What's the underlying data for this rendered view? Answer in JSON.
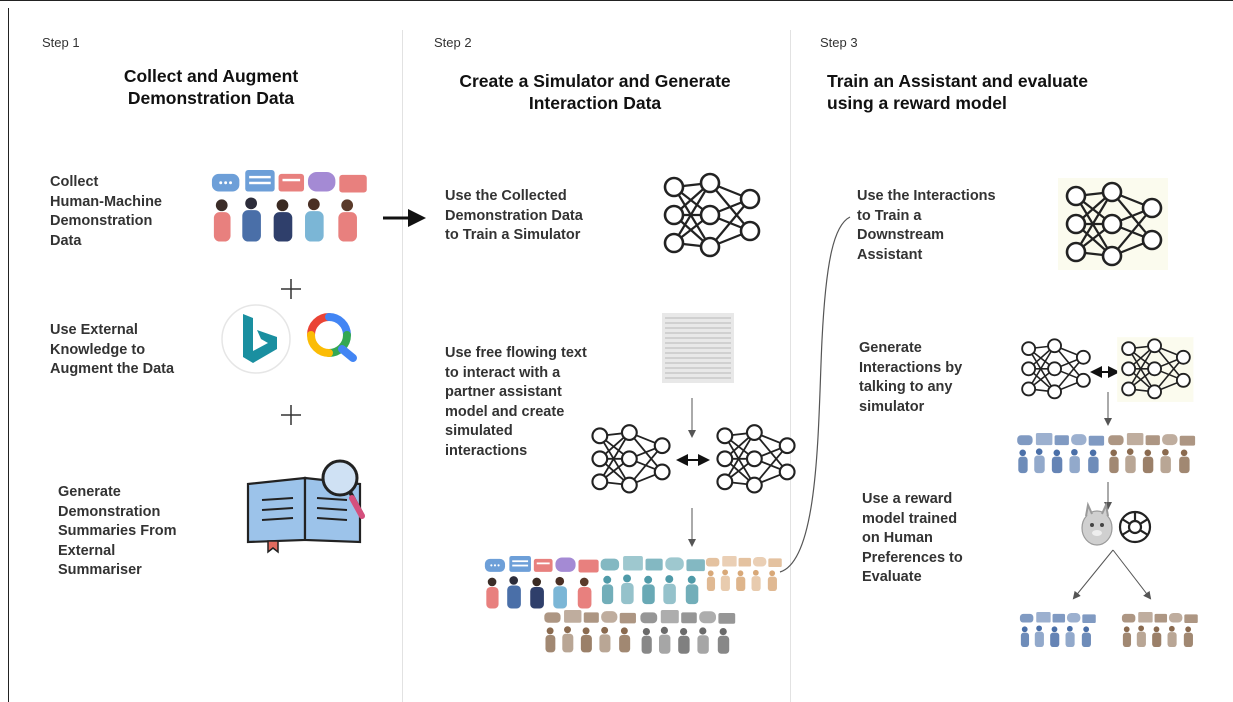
{
  "steps": [
    {
      "step": "Step 1",
      "title_lines": [
        "Collect and Augment",
        "Demonstration Data"
      ],
      "items": [
        {
          "lines": [
            "Collect",
            "Human-Machine",
            "Demonstration",
            "Data"
          ]
        },
        {
          "lines": [
            "Use External",
            "Knowledge to",
            "Augment the Data"
          ]
        },
        {
          "lines": [
            "Generate",
            "Demonstration",
            "Summaries From",
            "External",
            "Summariser"
          ]
        }
      ],
      "icons": [
        "people-chat-illustration",
        "bing-logo-icon",
        "google-lens-icon",
        "book-magnifier-icon"
      ]
    },
    {
      "step": "Step 2",
      "title_lines": [
        "Create a Simulator and Generate",
        "Interaction Data"
      ],
      "items": [
        {
          "lines": [
            "Use the Collected",
            "Demonstration Data",
            "to Train a Simulator"
          ]
        },
        {
          "lines": [
            "Use free flowing text",
            "to interact with a",
            "partner assistant",
            "model and create",
            "simulated",
            "interactions"
          ]
        }
      ],
      "icons": [
        "neural-network-icon",
        "text-document-icon",
        "people-chat-illustration"
      ]
    },
    {
      "step": "Step 3",
      "title_lines": [
        "Train an Assistant and evaluate",
        "using a reward model"
      ],
      "items": [
        {
          "lines": [
            "Use the Interactions",
            "to Train a",
            "Downstream",
            "Assistant"
          ]
        },
        {
          "lines": [
            "Generate",
            "Interactions by",
            "talking to any",
            "simulator"
          ]
        },
        {
          "lines": [
            "Use a reward",
            "model trained",
            "on Human",
            "Preferences to",
            "Evaluate"
          ]
        }
      ],
      "icons": [
        "neural-network-icon",
        "llama-icon",
        "openai-icon",
        "people-chat-illustration"
      ]
    }
  ],
  "colors": {
    "bubble_blue": "#6d9fd8",
    "bubble_red": "#e8807e",
    "bubble_purple": "#a48ad4",
    "people_blue": "#4a6fa8",
    "people_brown": "#8a6a4f",
    "people_teal": "#4f9aa8",
    "bing_teal": "#1a8fa0",
    "book_blue": "#9cc3ea"
  }
}
